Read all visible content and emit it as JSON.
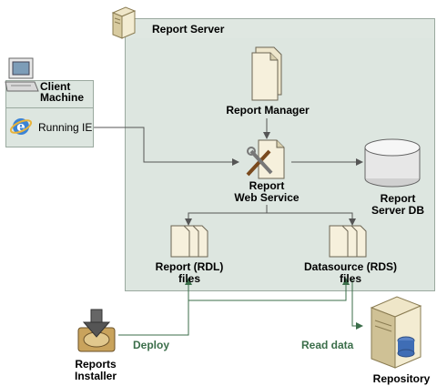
{
  "server": {
    "title": "Report Server"
  },
  "client": {
    "title_line1": "Client",
    "title_line2": "Machine",
    "browser_label": "Running IE"
  },
  "nodes": {
    "report_manager": "Report Manager",
    "web_service_line1": "Report",
    "web_service_line2": "Web Service",
    "server_db_line1": "Report",
    "server_db_line2": "Server DB",
    "rdl_line1": "Report (RDL)",
    "rdl_line2": "files",
    "rds_line1": "Datasource (RDS)",
    "rds_line2": "files",
    "installer_line1": "Reports",
    "installer_line2": "Installer",
    "repository": "Repository"
  },
  "edges": {
    "deploy": "Deploy",
    "read_data": "Read data"
  },
  "colors": {
    "dark_line": "#555555",
    "green_line": "#3b6e4a",
    "panel_bg": "#dde6e0"
  }
}
